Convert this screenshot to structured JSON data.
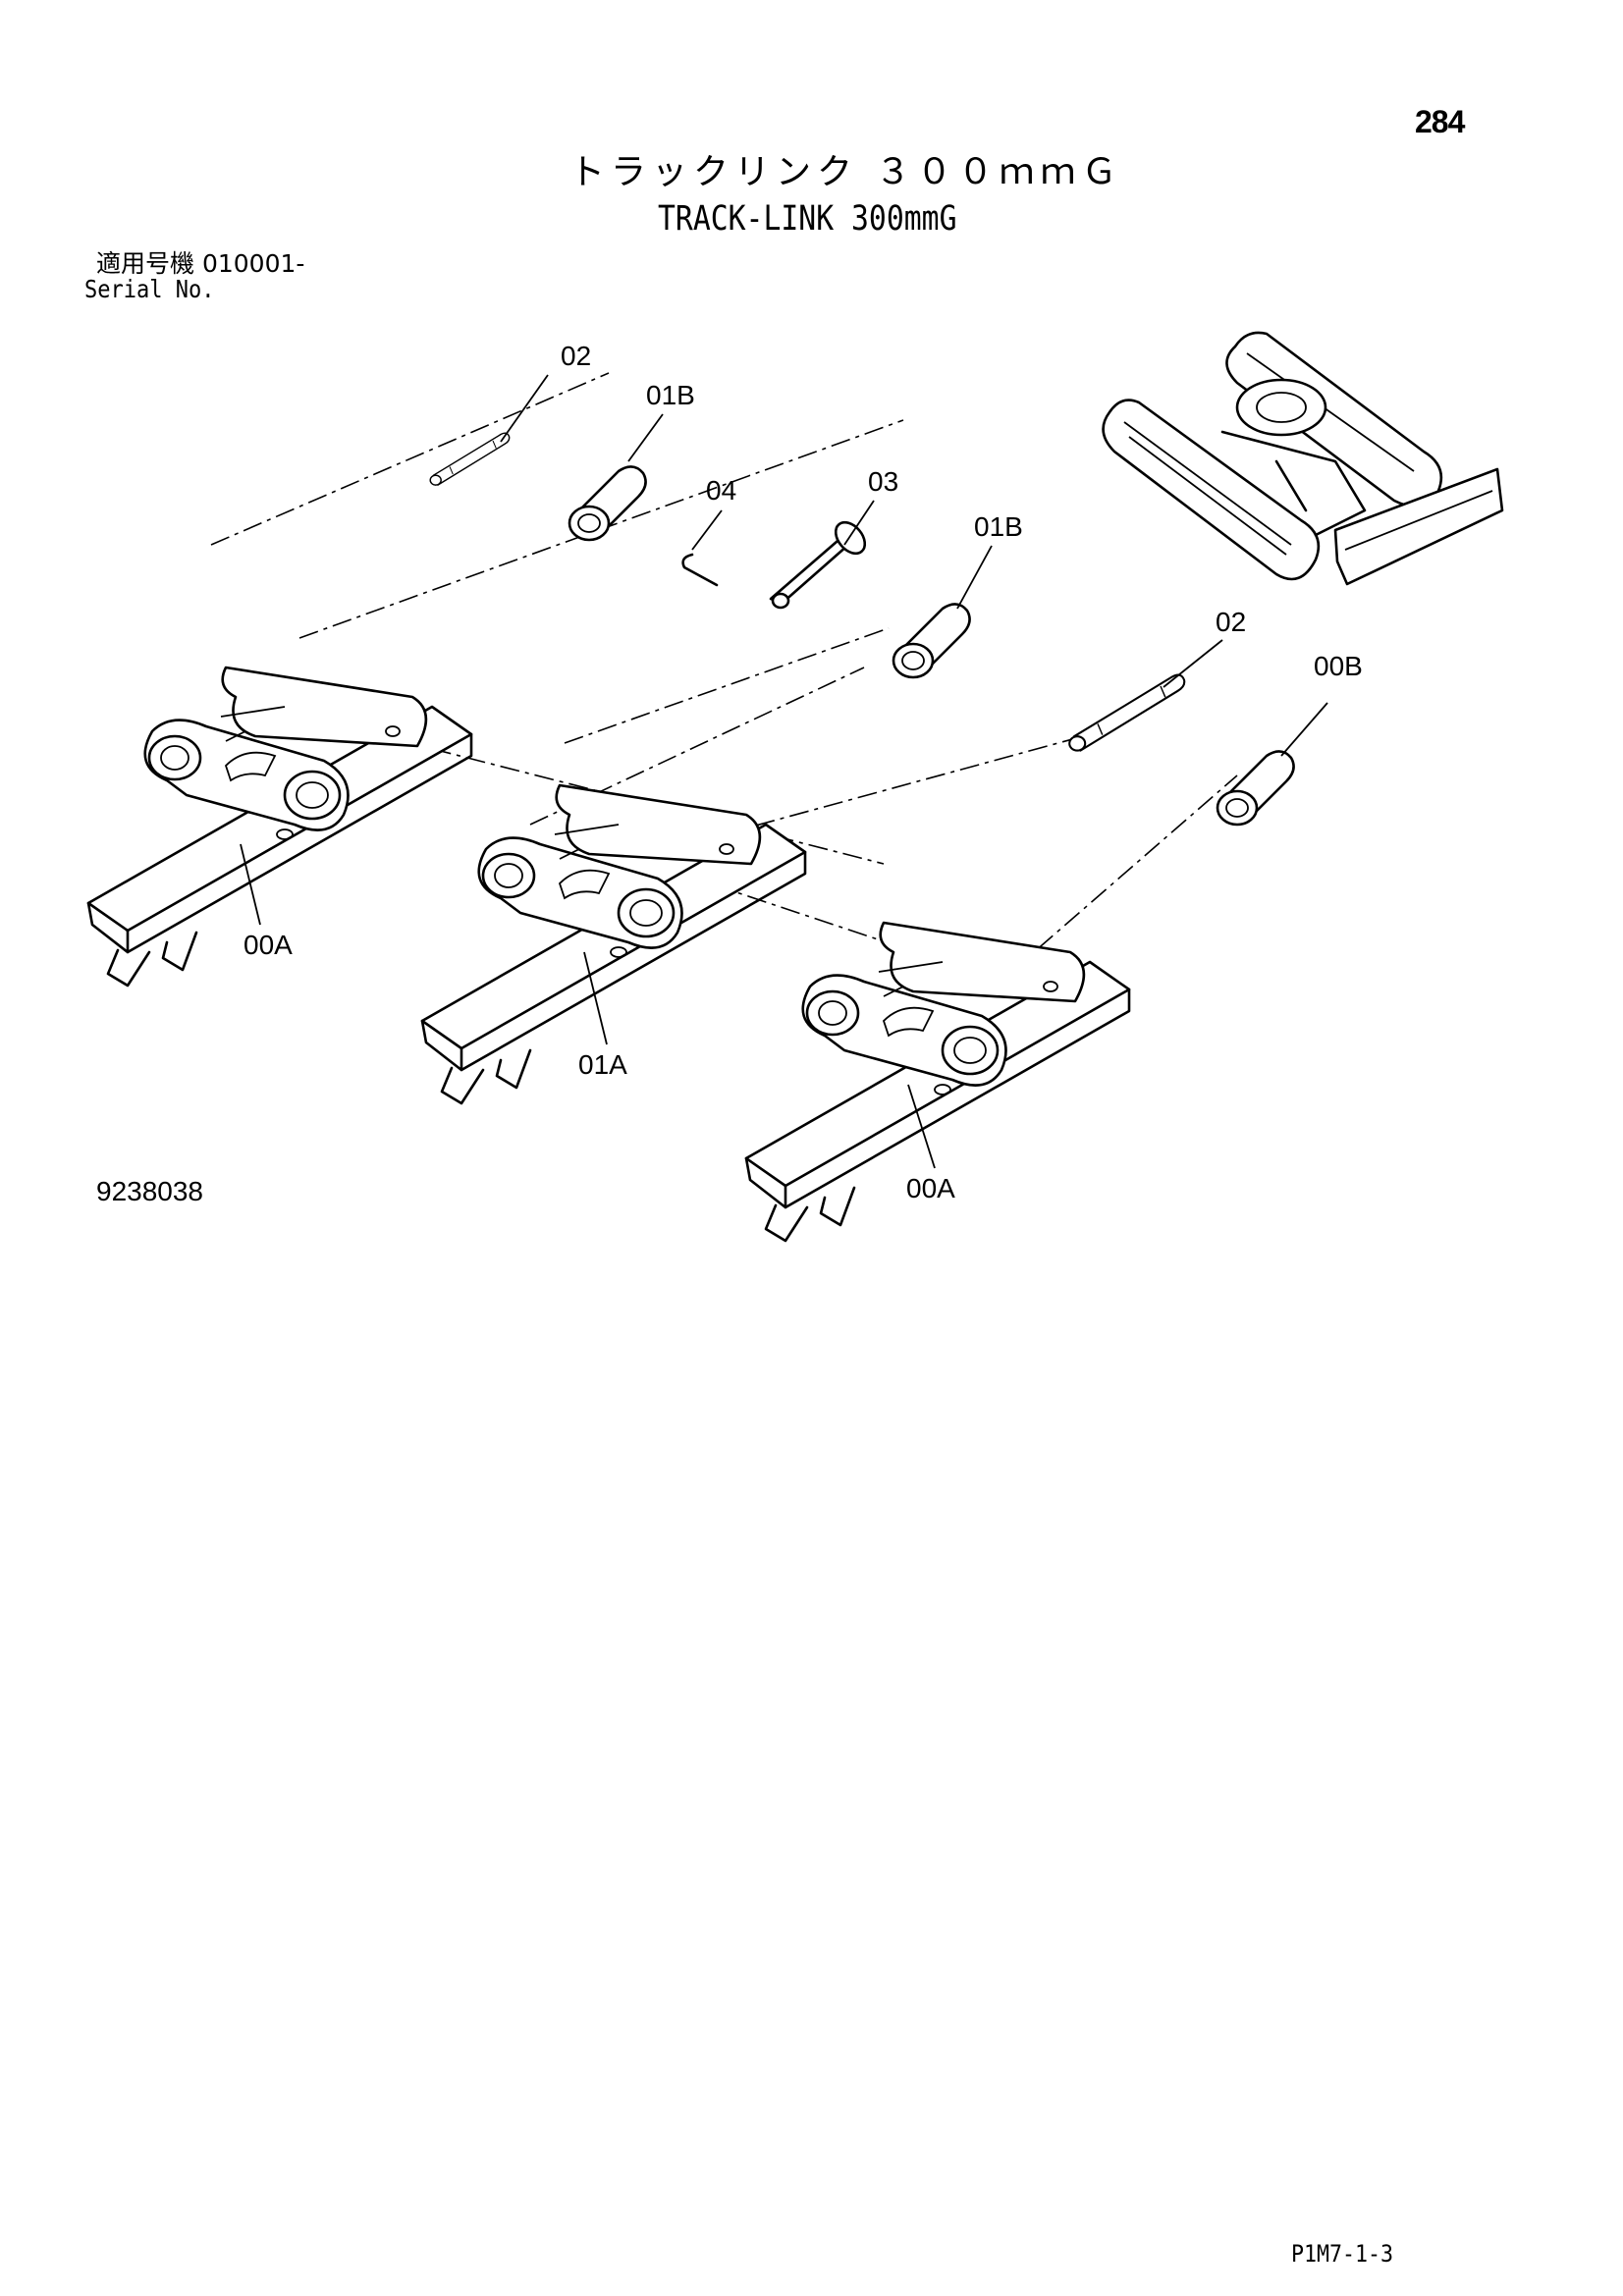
{
  "page_number": "284",
  "title_jp": "トラックリンク ３００ｍｍＧ",
  "title_en": "TRACK-LINK 300mmG",
  "serial_jp": "適用号機  010001-",
  "serial_en": "Serial No.",
  "figure_number": "9238038",
  "page_code": "P1M7-1-3",
  "callouts": [
    "02",
    "01B",
    "04",
    "03",
    "01B",
    "02",
    "00B",
    "00A",
    "01A",
    "00A"
  ],
  "icons": [
    "excavator-undercarriage-illustration",
    "track-shoe-assembly",
    "pin",
    "bushing",
    "lock-pin"
  ]
}
